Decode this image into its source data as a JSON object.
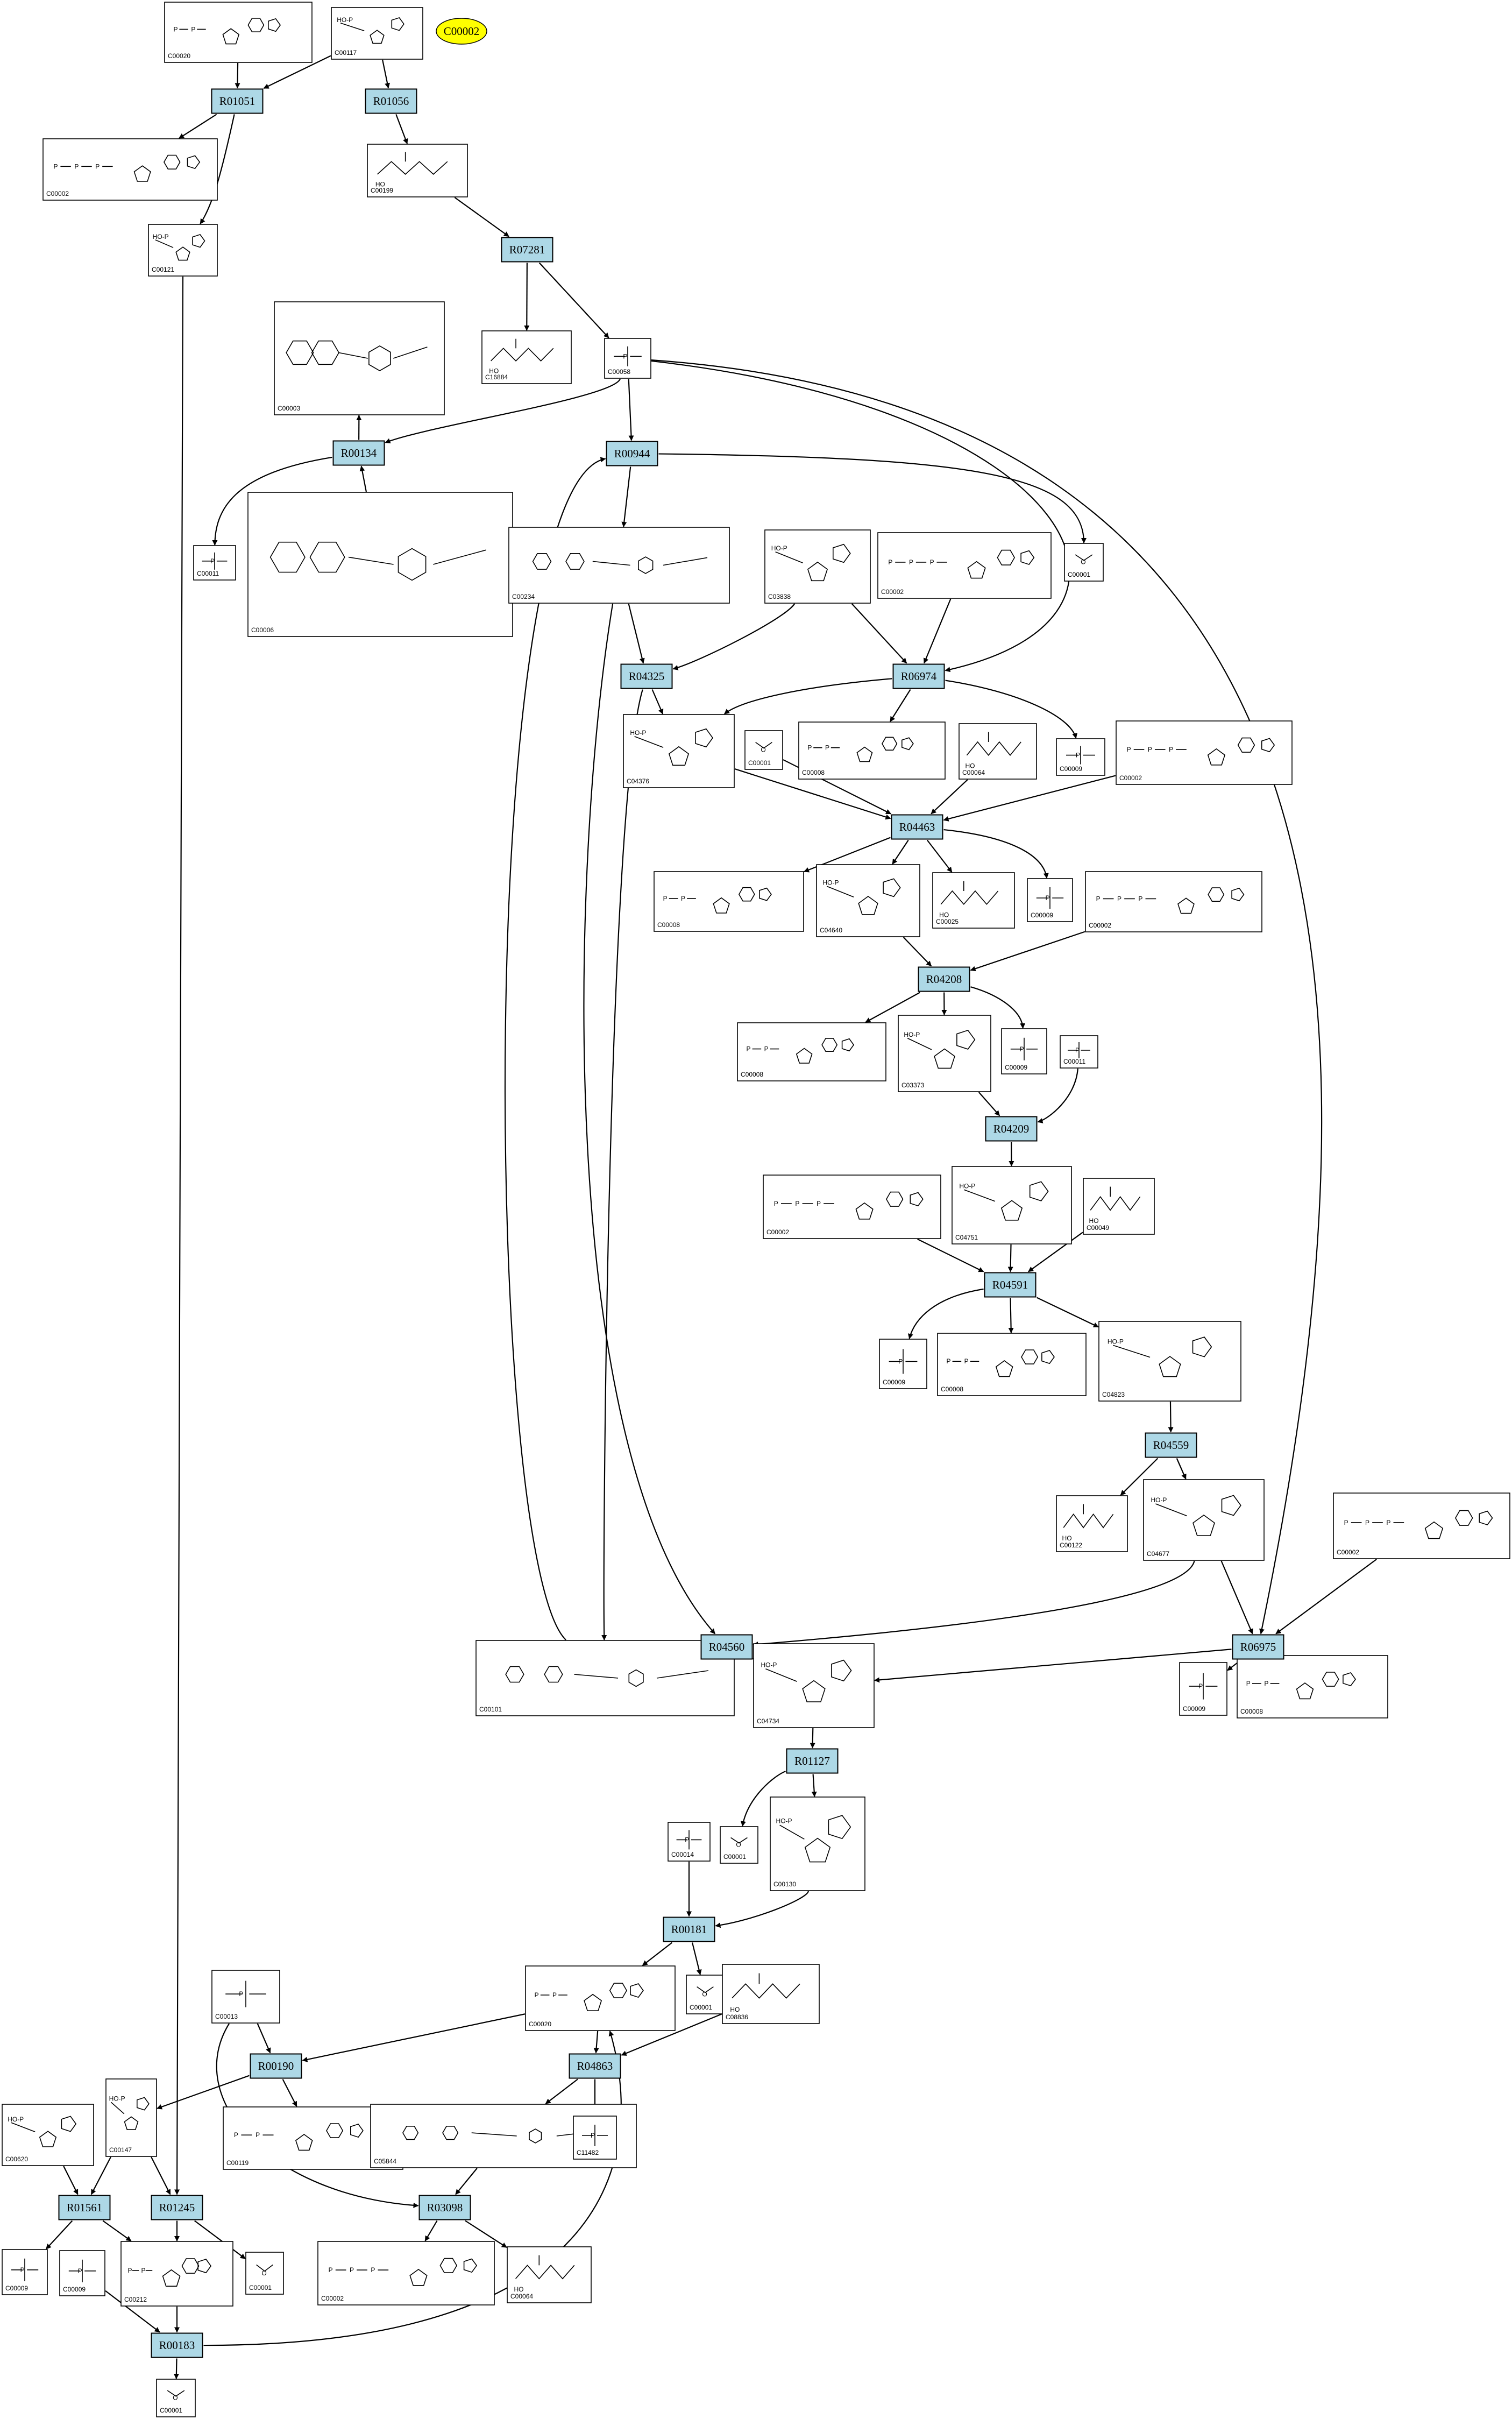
{
  "highlight": {
    "id": "C00002"
  },
  "reactions": [
    {
      "key": "r01051",
      "label": "R01051"
    },
    {
      "key": "r01056",
      "label": "R01056"
    },
    {
      "key": "r07281",
      "label": "R07281"
    },
    {
      "key": "r00134",
      "label": "R00134"
    },
    {
      "key": "r00944",
      "label": "R00944"
    },
    {
      "key": "r04325",
      "label": "R04325"
    },
    {
      "key": "r06974",
      "label": "R06974"
    },
    {
      "key": "r04463",
      "label": "R04463"
    },
    {
      "key": "r04208",
      "label": "R04208"
    },
    {
      "key": "r04209",
      "label": "R04209"
    },
    {
      "key": "r04591",
      "label": "R04591"
    },
    {
      "key": "r04559",
      "label": "R04559"
    },
    {
      "key": "r04560",
      "label": "R04560"
    },
    {
      "key": "r06975",
      "label": "R06975"
    },
    {
      "key": "r01127",
      "label": "R01127"
    },
    {
      "key": "r00181",
      "label": "R00181"
    },
    {
      "key": "r00190",
      "label": "R00190"
    },
    {
      "key": "r04863",
      "label": "R04863"
    },
    {
      "key": "r01561",
      "label": "R01561"
    },
    {
      "key": "r01245",
      "label": "R01245"
    },
    {
      "key": "r03098",
      "label": "R03098"
    },
    {
      "key": "r00183",
      "label": "R00183"
    }
  ],
  "compounds": [
    {
      "key": "c00020_top",
      "id": "C00020",
      "mol": "nucleotide"
    },
    {
      "key": "c00117",
      "id": "C00117",
      "mol": "sugar"
    },
    {
      "key": "c00002_a",
      "id": "C00002",
      "mol": "atp"
    },
    {
      "key": "c00199",
      "id": "C00199",
      "mol": "chain"
    },
    {
      "key": "c00121",
      "id": "C00121",
      "mol": "sugar"
    },
    {
      "key": "c00003",
      "id": "C00003",
      "mol": "large"
    },
    {
      "key": "c16884",
      "id": "C16884",
      "mol": "chain"
    },
    {
      "key": "c00058",
      "id": "C00058",
      "mol": "small"
    },
    {
      "key": "c00011_a",
      "id": "C00011",
      "mol": "small"
    },
    {
      "key": "c00006",
      "id": "C00006",
      "mol": "large"
    },
    {
      "key": "c00234",
      "id": "C00234",
      "mol": "folate"
    },
    {
      "key": "c03838",
      "id": "C03838",
      "mol": "sugar"
    },
    {
      "key": "c00002_b",
      "id": "C00002",
      "mol": "atp"
    },
    {
      "key": "c00001_a",
      "id": "C00001",
      "mol": "water"
    },
    {
      "key": "c04376",
      "id": "C04376",
      "mol": "sugar"
    },
    {
      "key": "c00001_b",
      "id": "C00001",
      "mol": "water"
    },
    {
      "key": "c00008_a",
      "id": "C00008",
      "mol": "nucleotide"
    },
    {
      "key": "c00064",
      "id": "C00064",
      "mol": "chain"
    },
    {
      "key": "c00009_a",
      "id": "C00009",
      "mol": "small"
    },
    {
      "key": "c00002_c",
      "id": "C00002",
      "mol": "atp"
    },
    {
      "key": "c00008_b",
      "id": "C00008",
      "mol": "nucleotide"
    },
    {
      "key": "c04640",
      "id": "C04640",
      "mol": "sugar"
    },
    {
      "key": "c00025",
      "id": "C00025",
      "mol": "chain"
    },
    {
      "key": "c00009_b",
      "id": "C00009",
      "mol": "small"
    },
    {
      "key": "c00002_d",
      "id": "C00002",
      "mol": "atp"
    },
    {
      "key": "c00008_c",
      "id": "C00008",
      "mol": "nucleotide"
    },
    {
      "key": "c03373",
      "id": "C03373",
      "mol": "sugar"
    },
    {
      "key": "c00009_c",
      "id": "C00009",
      "mol": "small"
    },
    {
      "key": "c00011_b",
      "id": "C00011",
      "mol": "small"
    },
    {
      "key": "c00002_e",
      "id": "C00002",
      "mol": "atp"
    },
    {
      "key": "c04751",
      "id": "C04751",
      "mol": "sugar"
    },
    {
      "key": "c00049",
      "id": "C00049",
      "mol": "chain"
    },
    {
      "key": "c00009_d",
      "id": "C00009",
      "mol": "small"
    },
    {
      "key": "c00008_d",
      "id": "C00008",
      "mol": "nucleotide"
    },
    {
      "key": "c04823",
      "id": "C04823",
      "mol": "sugar"
    },
    {
      "key": "c00122",
      "id": "C00122",
      "mol": "chain"
    },
    {
      "key": "c04677",
      "id": "C04677",
      "mol": "sugar"
    },
    {
      "key": "c00002_f",
      "id": "C00002",
      "mol": "atp"
    },
    {
      "key": "c00101",
      "id": "C00101",
      "mol": "folate"
    },
    {
      "key": "c04734",
      "id": "C04734",
      "mol": "sugar"
    },
    {
      "key": "c00009_e",
      "id": "C00009",
      "mol": "small"
    },
    {
      "key": "c00008_e",
      "id": "C00008",
      "mol": "nucleotide"
    },
    {
      "key": "c00014",
      "id": "C00014",
      "mol": "small"
    },
    {
      "key": "c00001_c",
      "id": "C00001",
      "mol": "water"
    },
    {
      "key": "c00130",
      "id": "C00130",
      "mol": "sugar"
    },
    {
      "key": "c00013",
      "id": "C00013",
      "mol": "small"
    },
    {
      "key": "c00020",
      "id": "C00020",
      "mol": "nucleotide"
    },
    {
      "key": "c00001_d",
      "id": "C00001",
      "mol": "water"
    },
    {
      "key": "c08836",
      "id": "C08836",
      "mol": "chain"
    },
    {
      "key": "c00620",
      "id": "C00620",
      "mol": "sugar"
    },
    {
      "key": "c00147",
      "id": "C00147",
      "mol": "sugar"
    },
    {
      "key": "c00119",
      "id": "C00119",
      "mol": "nucleotide"
    },
    {
      "key": "c05844",
      "id": "C05844",
      "mol": "large"
    },
    {
      "key": "c11482",
      "id": "C11482",
      "mol": "small"
    },
    {
      "key": "c00009_f",
      "id": "C00009",
      "mol": "small"
    },
    {
      "key": "c00009_g",
      "id": "C00009",
      "mol": "small"
    },
    {
      "key": "c00212",
      "id": "C00212",
      "mol": "nucleotide"
    },
    {
      "key": "c00001_e",
      "id": "C00001",
      "mol": "water"
    },
    {
      "key": "c00002_g",
      "id": "C00002",
      "mol": "atp"
    },
    {
      "key": "c00064_b",
      "id": "C00064",
      "mol": "chain"
    },
    {
      "key": "c00001_f",
      "id": "C00001",
      "mol": "water"
    }
  ]
}
